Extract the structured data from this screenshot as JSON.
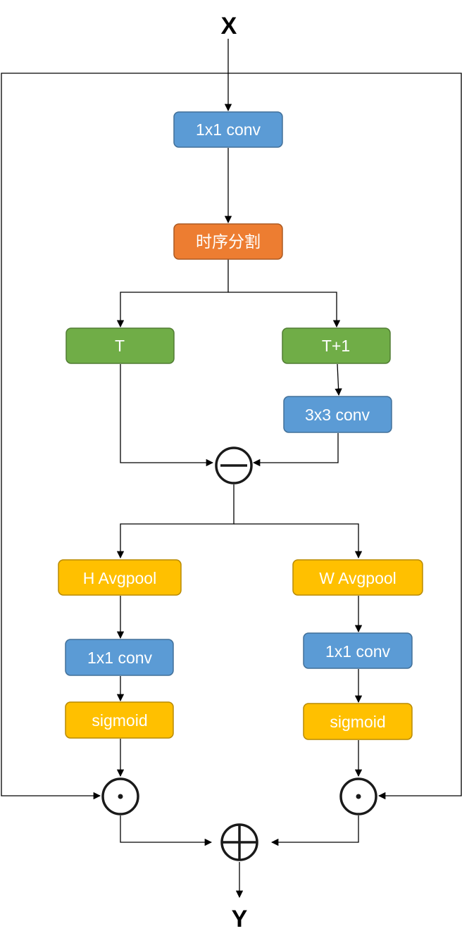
{
  "input": {
    "label": "X"
  },
  "output": {
    "label": "Y"
  },
  "nodes": {
    "conv_in": {
      "label": "1x1 conv",
      "color": "#5b9bd5"
    },
    "split": {
      "label": "时序分割",
      "color": "#ed7d31"
    },
    "t": {
      "label": "T",
      "color": "#70ad47"
    },
    "t1": {
      "label": "T+1",
      "color": "#70ad47"
    },
    "conv3": {
      "label": "3x3 conv",
      "color": "#5b9bd5"
    },
    "h_pool": {
      "label": "H Avgpool",
      "color": "#ffc000"
    },
    "w_pool": {
      "label": "W Avgpool",
      "color": "#ffc000"
    },
    "h_conv": {
      "label": "1x1 conv",
      "color": "#5b9bd5"
    },
    "w_conv": {
      "label": "1x1 conv",
      "color": "#5b9bd5"
    },
    "h_sigmoid": {
      "label": "sigmoid",
      "color": "#ffc000"
    },
    "w_sigmoid": {
      "label": "sigmoid",
      "color": "#ffc000"
    }
  },
  "operators": {
    "subtract": {
      "symbol": "minus-circle"
    },
    "mult_left": {
      "symbol": "dot-circle"
    },
    "mult_right": {
      "symbol": "dot-circle"
    },
    "add": {
      "symbol": "plus-circle"
    }
  }
}
